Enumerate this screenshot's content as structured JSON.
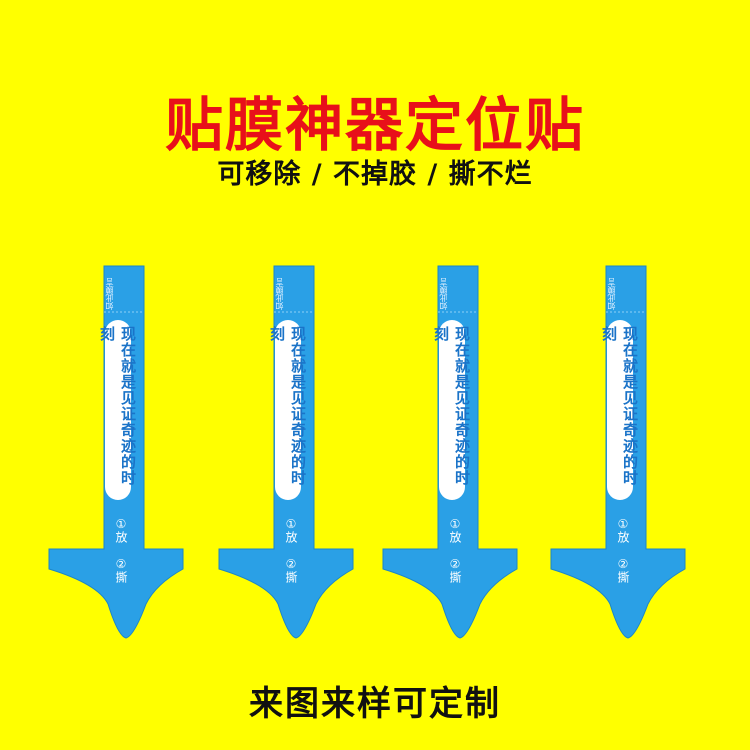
{
  "title": "贴膜神器定位贴",
  "subtitle": "可移除 / 不掉胶 / 撕不烂",
  "footer": "来图来样可定制",
  "colors": {
    "background": "#ffff00",
    "sticker": "#2aa0e6",
    "title": "#e8101a"
  },
  "sticker": {
    "brand": "如此膜言",
    "pill_text": "现在就是见证奇迹的时刻",
    "step1": "①放",
    "step2": "②撕"
  }
}
